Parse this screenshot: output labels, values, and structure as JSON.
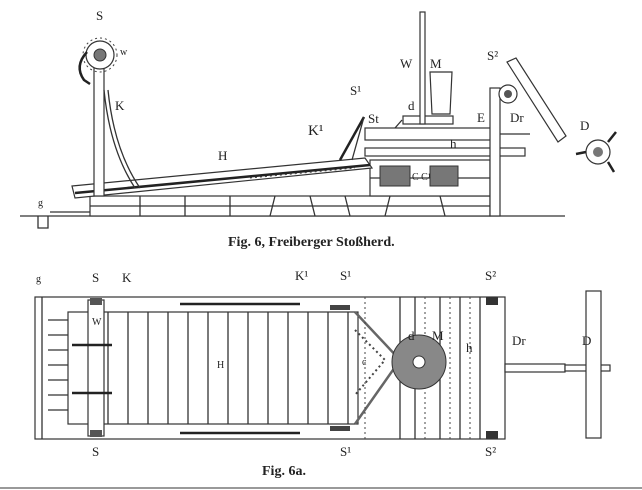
{
  "figure_6": {
    "caption": "Fig. 6,   Freiberger Stoßherd.",
    "labels": {
      "S": "S",
      "w": "w",
      "K": "K",
      "K1": "K¹",
      "H": "H",
      "S1": "S¹",
      "St": "St",
      "W": "W",
      "M": "M",
      "d": "d",
      "E": "E",
      "h": "h",
      "Dr": "Dr",
      "S2": "S²",
      "D": "D",
      "C": "C C¹",
      "g": "g"
    }
  },
  "figure_6a": {
    "caption": "Fig. 6a.",
    "labels": {
      "g": "g",
      "S_top": "S",
      "K": "K",
      "K1": "K¹",
      "S1_top": "S¹",
      "S2_top": "S²",
      "W": "W",
      "H": "H",
      "c": "c",
      "d": "d",
      "M": "M",
      "h": "h",
      "Dr": "Dr",
      "D": "D",
      "S_bottom": "S",
      "S1_bottom": "S¹",
      "S2_bottom": "S²"
    }
  }
}
